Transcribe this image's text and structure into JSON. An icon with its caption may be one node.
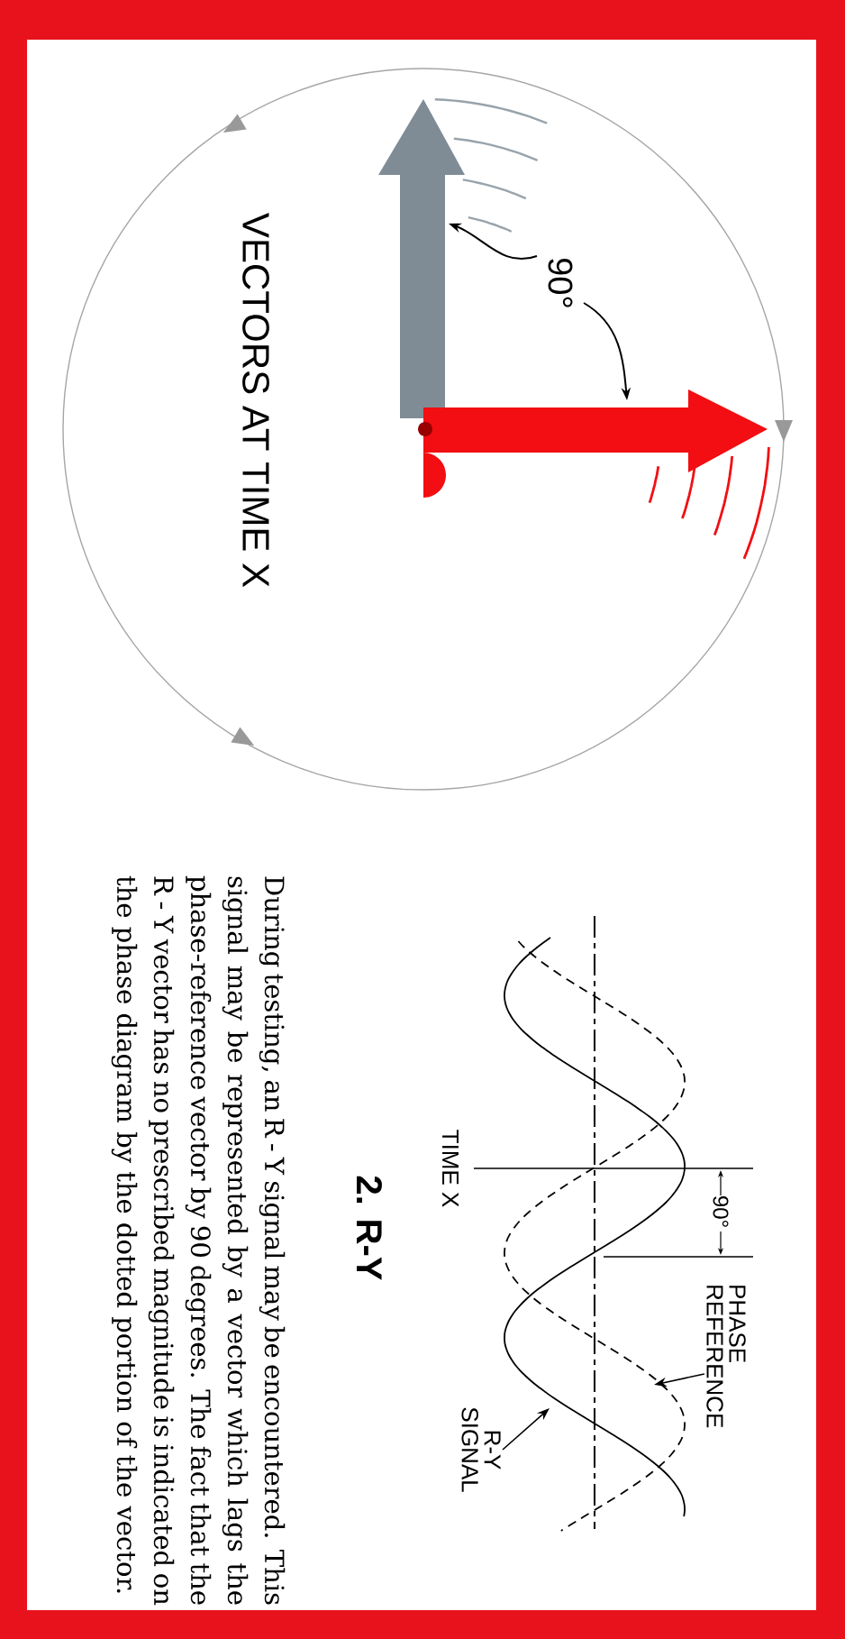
{
  "diagram": {
    "title": "2. R-Y",
    "nodes": [
      {
        "text": [
          "PHASE REFERENCE"
        ]
      },
      {
        "text": [
          "R-Y SIGNAL"
        ]
      }
    ],
    "edges": [
      {
        "from": 0,
        "to": null,
        "arrow": "to"
      },
      {
        "from": 1,
        "to": null,
        "arrow": "to"
      }
    ],
    "labels": [
      "VECTORS AT TIME X",
      "90°",
      "90°",
      "TIME X",
      "During testing, an R - Y signal may be encountered. This signal may be represented by a vector which lags the phase-reference vector by 90 degrees. The fact that the R - Y vector has no prescribed magnitude is indicated on the phase diagram by the dotted portion of the vector."
    ]
  }
}
